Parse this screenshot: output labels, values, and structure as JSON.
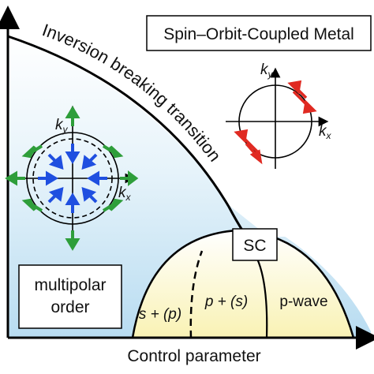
{
  "title_box": "Spin–Orbit-Coupled Metal",
  "transition_line_label": "Inversion breaking transition",
  "sc_label": "SC",
  "multipolar_label_line1": "multipolar",
  "multipolar_label_line2": "order",
  "region_labels": {
    "s_plus_p": "s + (p)",
    "p_plus_s": "p + (s)",
    "p_wave": "p-wave"
  },
  "x_axis_label": "Control parameter",
  "left_diagram": {
    "ky": "k",
    "ky_sub": "y",
    "kx": "k",
    "kx_sub": "x"
  },
  "right_diagram": {
    "ky": "k",
    "ky_sub": "y",
    "kx": "k",
    "kx_sub": "x"
  },
  "colors": {
    "blue_region": "#c9e6f5",
    "yellow_region": "#fbf6c6",
    "green_arrow": "#2e9e3a",
    "blue_arrow": "#1f4fe0",
    "red_arrow": "#e02a22"
  }
}
